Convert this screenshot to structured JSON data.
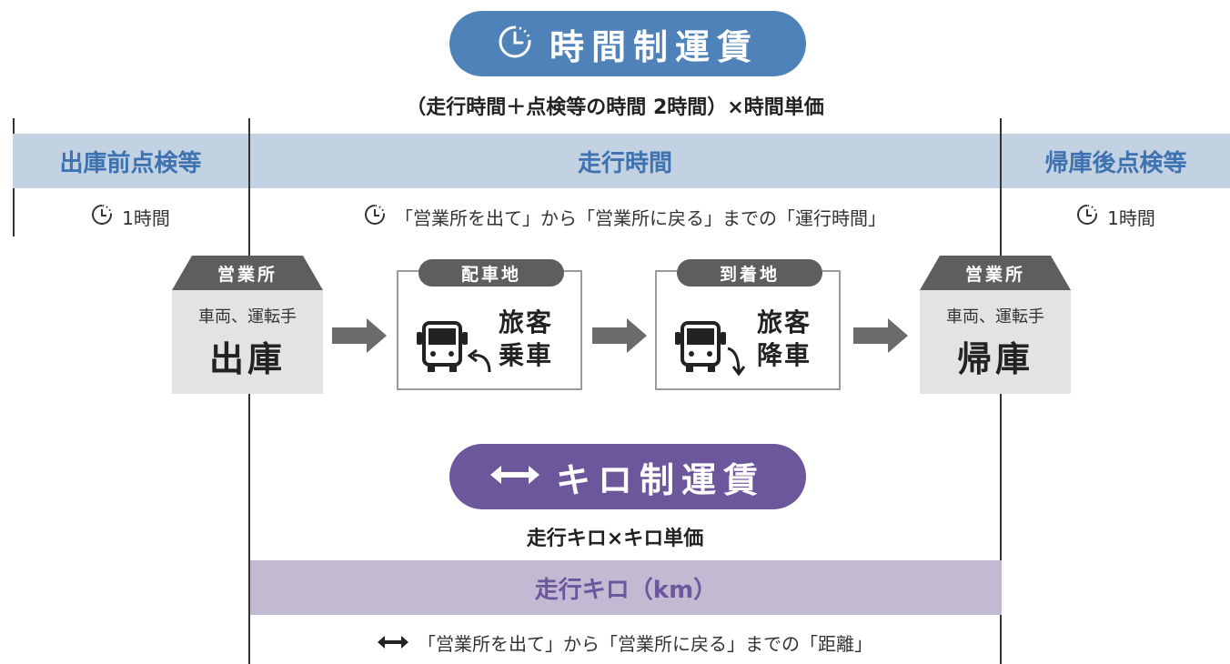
{
  "colors": {
    "time_blue": "#4f82b8",
    "km_purple": "#6c579c",
    "band_blue": "#c3d2e2",
    "band_purple": "#c2b9d2"
  },
  "time_fare": {
    "icon": "clock-icon",
    "title": "時間制運賃",
    "formula": "（走行時間＋点検等の時間 2時間）×時間単価"
  },
  "bands": {
    "pre_check": "出庫前点検等",
    "run_time": "走行時間",
    "post_check": "帰庫後点検等"
  },
  "notes": {
    "pre_hours": "1時間",
    "run_desc": "「営業所を出て」から「営業所に戻る」までの「運行時間」",
    "post_hours": "1時間"
  },
  "flow": {
    "office_out": {
      "roof": "営業所",
      "sub": "車両、運転手",
      "main": "出庫"
    },
    "pickup": {
      "tag": "配車地",
      "line1": "旅客",
      "line2": "乗車",
      "icon": "bus-boarding-icon"
    },
    "arrival": {
      "tag": "到着地",
      "line1": "旅客",
      "line2": "降車",
      "icon": "bus-alighting-icon"
    },
    "office_in": {
      "roof": "営業所",
      "sub": "車両、運転手",
      "main": "帰庫"
    }
  },
  "km_fare": {
    "icon": "double-arrow-icon",
    "title": "キロ制運賃",
    "formula": "走行キロ×キロ単価",
    "band": "走行キロ（km）",
    "desc": "「営業所を出て」から「営業所に戻る」までの「距離」"
  }
}
